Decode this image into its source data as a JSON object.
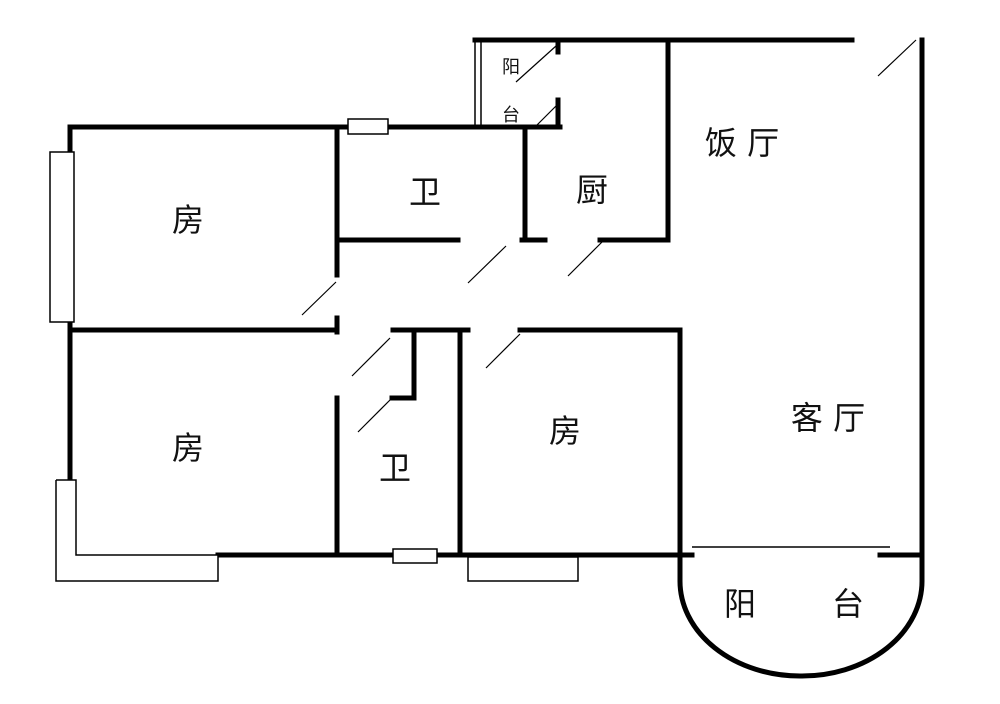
{
  "rooms": {
    "bedroom_top_left": "房",
    "bedroom_bottom_left": "房",
    "bedroom_center": "房",
    "bathroom_top": "卫",
    "bathroom_bottom": "卫",
    "kitchen": "厨",
    "dining_room": "饭 厅",
    "living_room": "客 厅",
    "balcony_bottom": {
      "left": "阳",
      "right": "台"
    },
    "balcony_top": {
      "top": "阳",
      "bottom": "台"
    }
  }
}
